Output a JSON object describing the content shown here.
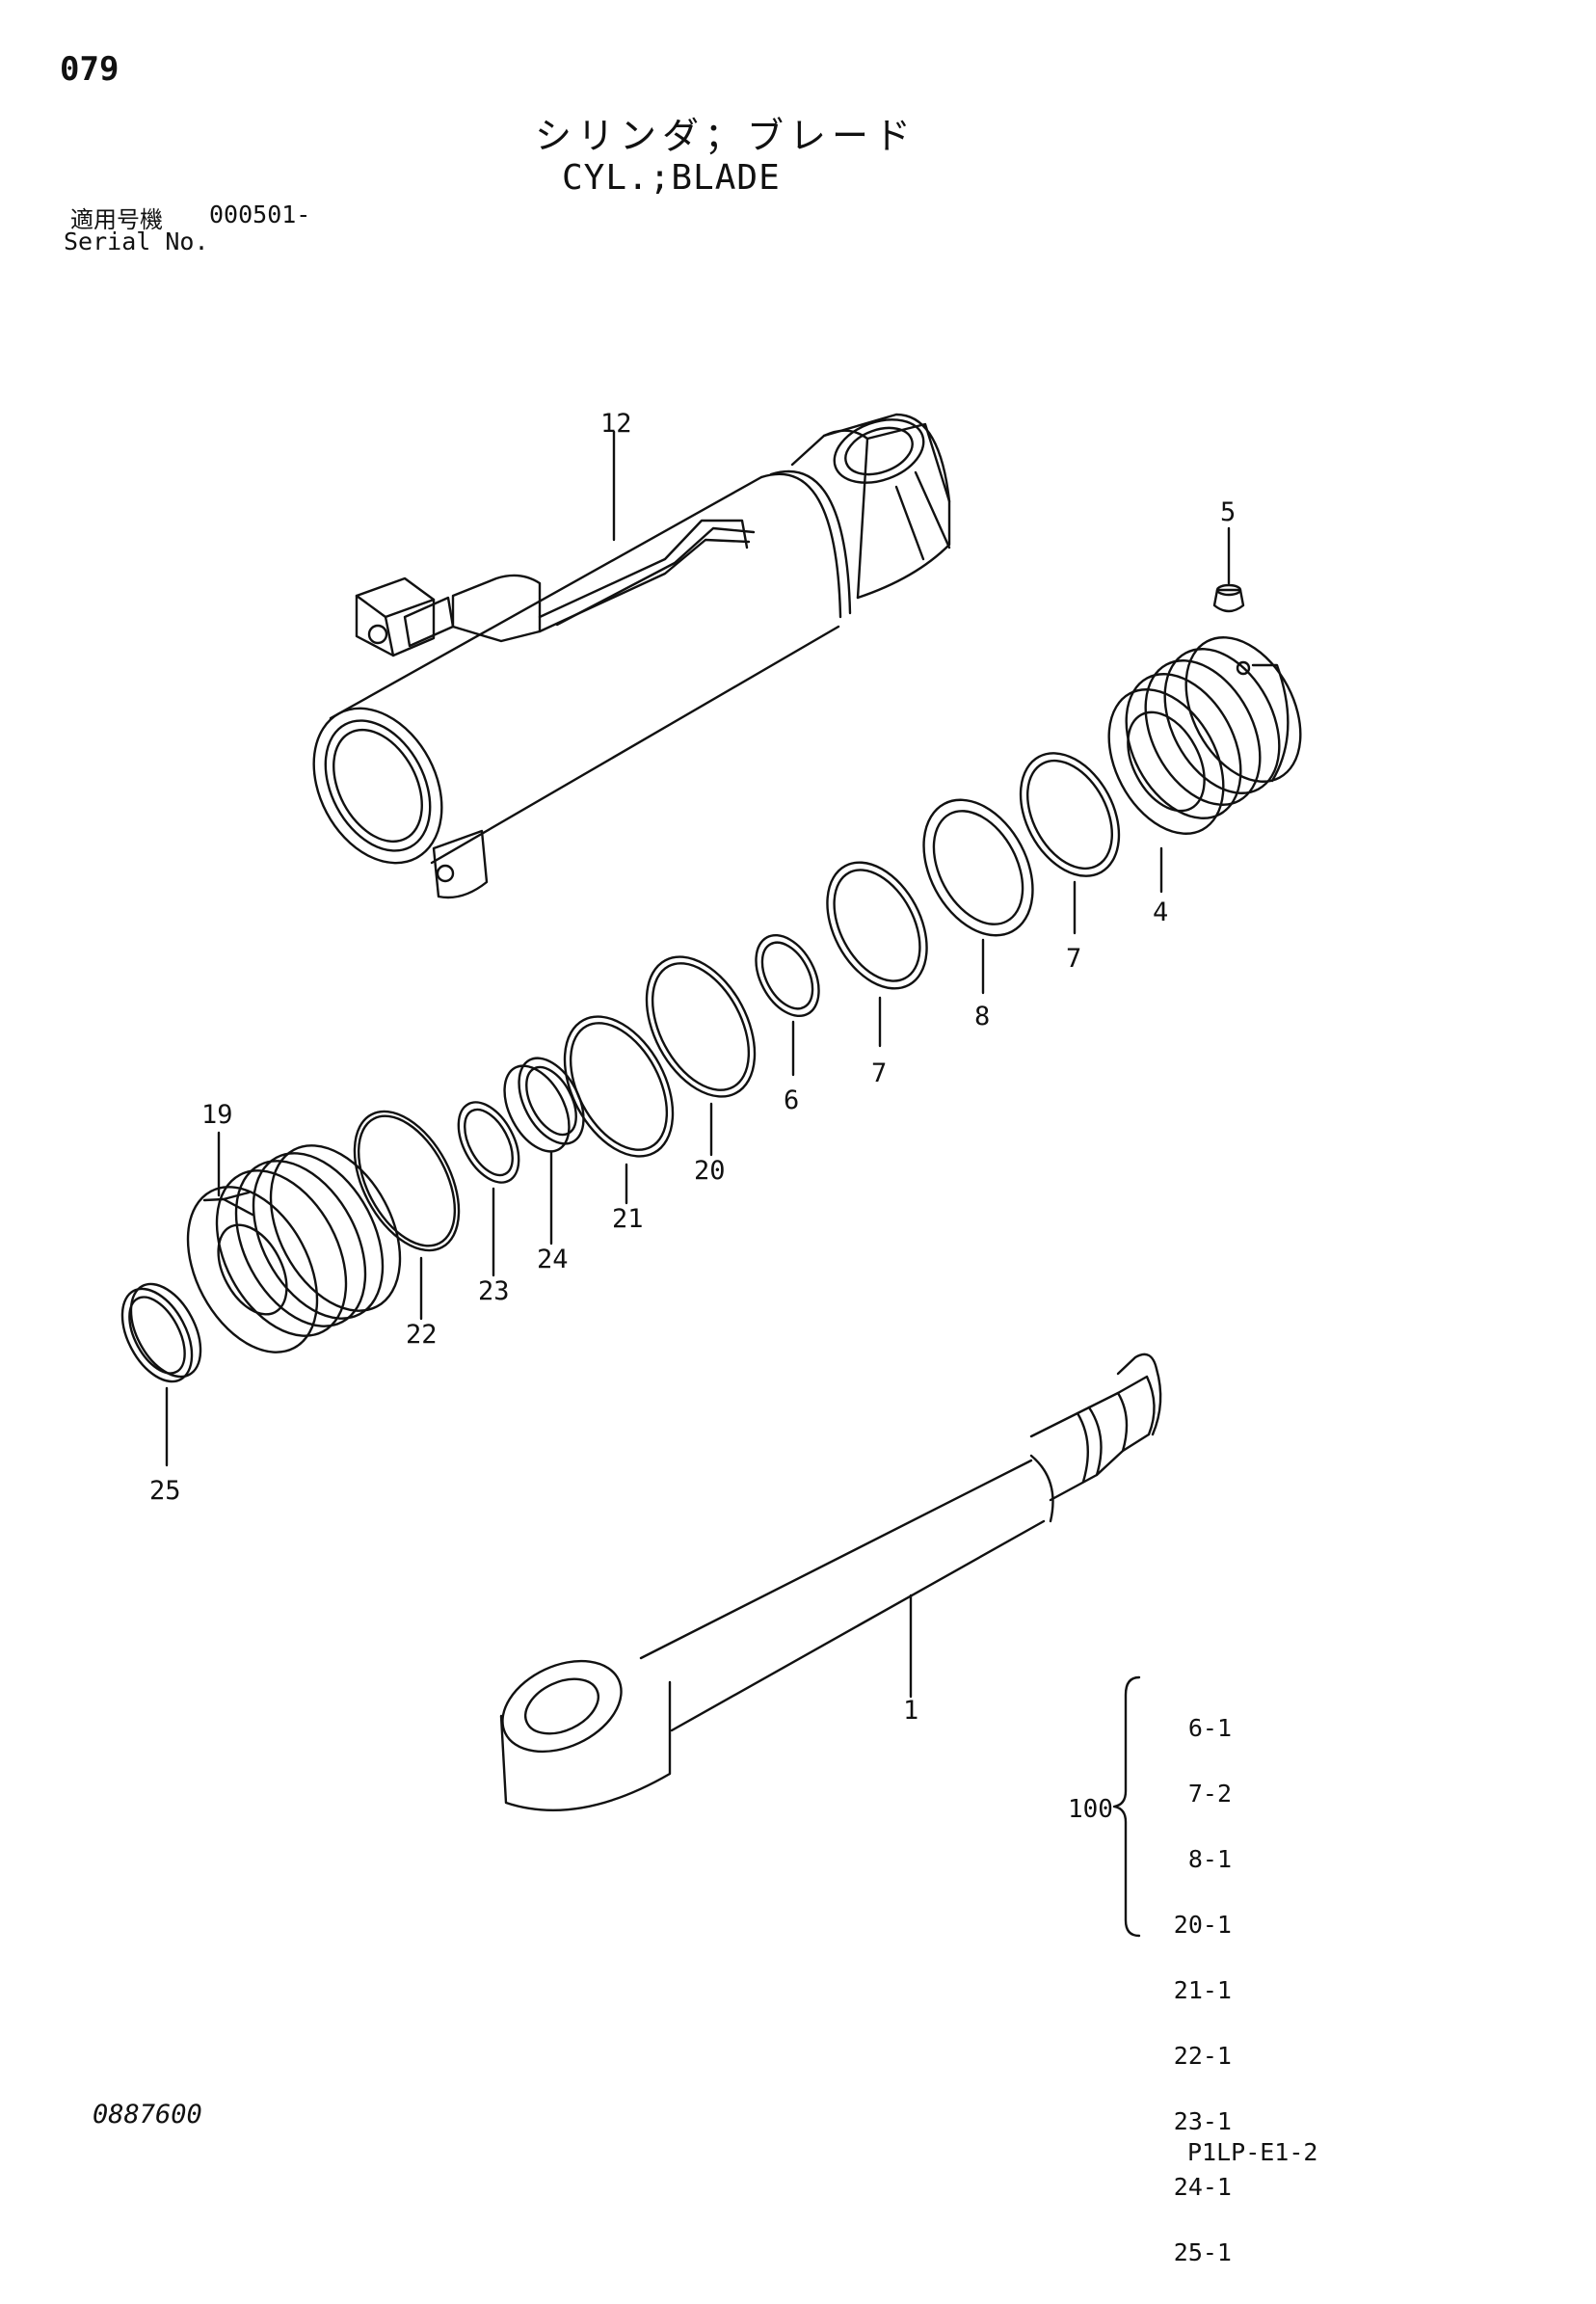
{
  "page_number": "079",
  "title_jp": "シリンダ；ブレード",
  "title_en": "CYL.;BLADE",
  "serial": {
    "label_jp": "適用号機",
    "value": "000501-",
    "label_en": "Serial No."
  },
  "callouts": [
    "12",
    "5",
    "4",
    "7",
    "8",
    "7",
    "6",
    "20",
    "21",
    "24",
    "23",
    "22",
    "19",
    "25",
    "1"
  ],
  "kit": {
    "label": "100",
    "items": [
      "6-1",
      "7-2",
      "8-1",
      "20-1",
      "21-1",
      "22-1",
      "23-1",
      "24-1",
      "25-1"
    ]
  },
  "document_number": "0887600",
  "sheet_code": "P1LP-E1-2"
}
